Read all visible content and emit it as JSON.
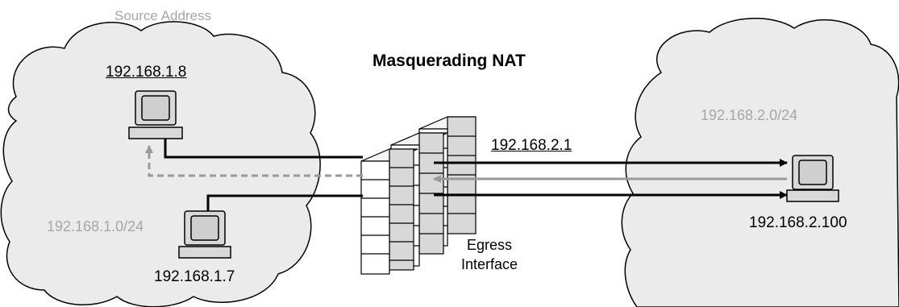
{
  "title": "Masquerading NAT",
  "source_address_label": "Source Address",
  "left_network": {
    "subnet": "192.168.1.0/24",
    "host_a_ip": "192.168.1.8",
    "host_b_ip": "192.168.1.7"
  },
  "right_network": {
    "subnet": "192.168.2.0/24",
    "host_ip": "192.168.2.100"
  },
  "firewall": {
    "nat_ip": "192.168.2.1",
    "interface_line1": "Egress",
    "interface_line2": "Interface"
  },
  "colors": {
    "cloud_fill": "#ebebeb",
    "subnet_text": "#a6a6a6",
    "return_path": "#999999",
    "forward_path": "#000000"
  }
}
